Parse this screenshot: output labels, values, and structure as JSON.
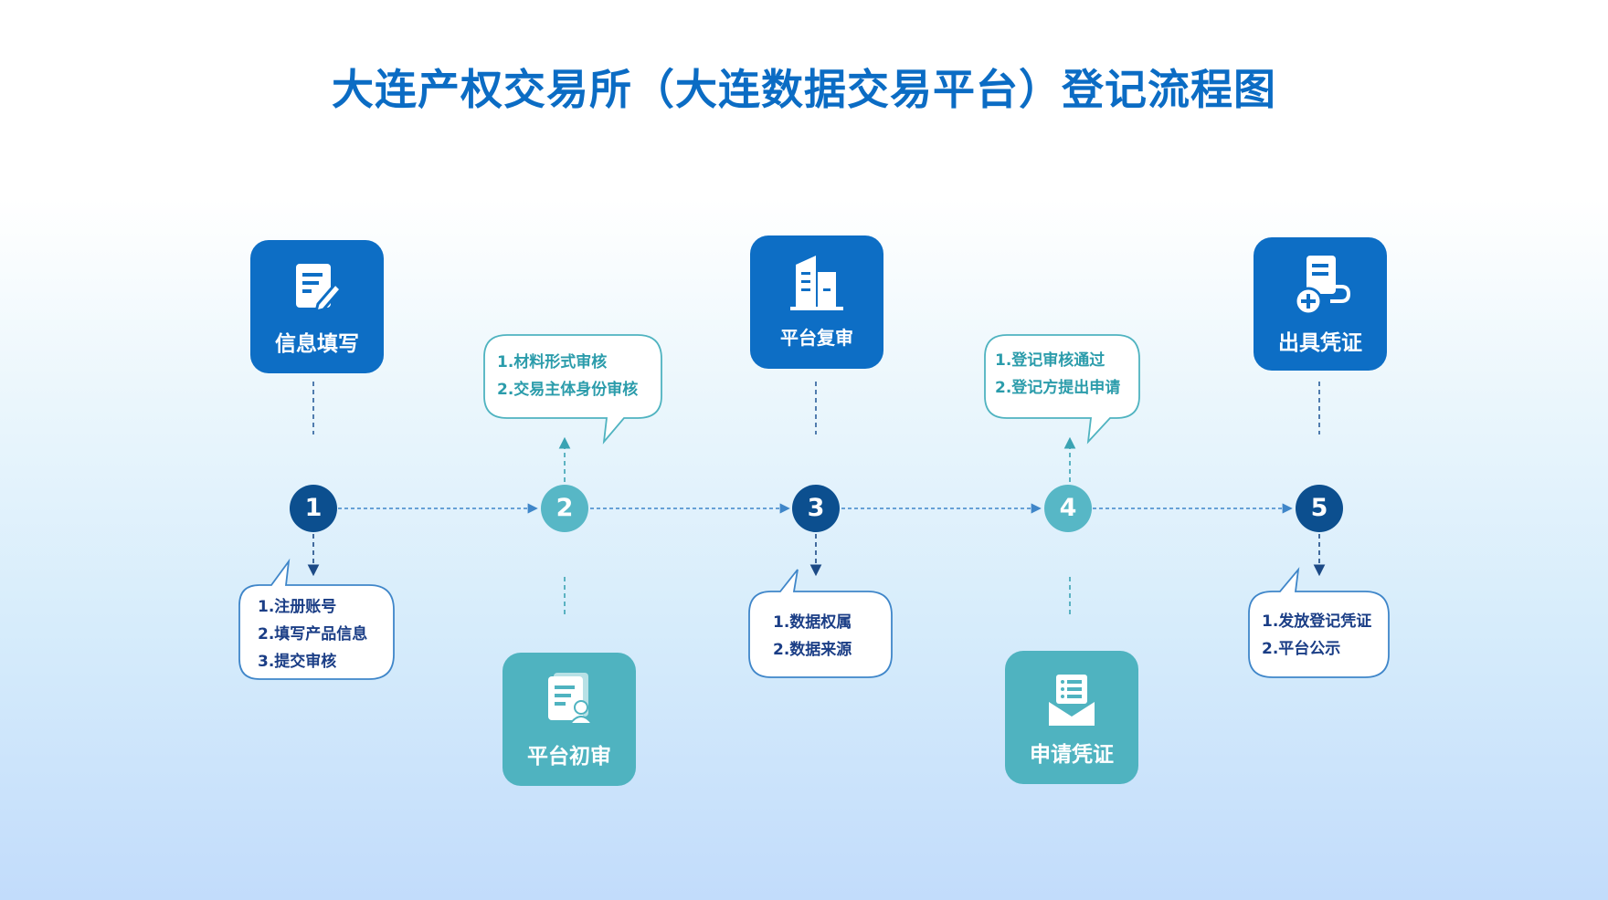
{
  "title": "大连产权交易所（大连数据交易平台）登记流程图",
  "colors": {
    "title": "#0b6cc4",
    "box_blue": "#0d6ec5",
    "box_teal": "#4fb3c0",
    "node_dark": "#0c4f8f",
    "node_light": "#57b7c6",
    "bubble_border_blue": "#3f86c9",
    "bubble_border_teal": "#4fb3c0"
  },
  "steps": [
    {
      "number": "1",
      "label": "信息填写",
      "icon": "document-edit-icon",
      "details": [
        "1.注册账号",
        "2.填写产品信息",
        "3.提交审核"
      ]
    },
    {
      "number": "2",
      "label": "平台初审",
      "icon": "document-user-icon",
      "details": [
        "1.材料形式审核",
        "2.交易主体身份审核"
      ]
    },
    {
      "number": "3",
      "label": "平台复审",
      "icon": "building-icon",
      "details": [
        "1.数据权属",
        "2.数据来源"
      ]
    },
    {
      "number": "4",
      "label": "申请凭证",
      "icon": "envelope-list-icon",
      "details": [
        "1.登记审核通过",
        "2.登记方提出申请"
      ]
    },
    {
      "number": "5",
      "label": "出具凭证",
      "icon": "document-plus-icon",
      "details": [
        "1.发放登记凭证",
        "2.平台公示"
      ]
    }
  ]
}
